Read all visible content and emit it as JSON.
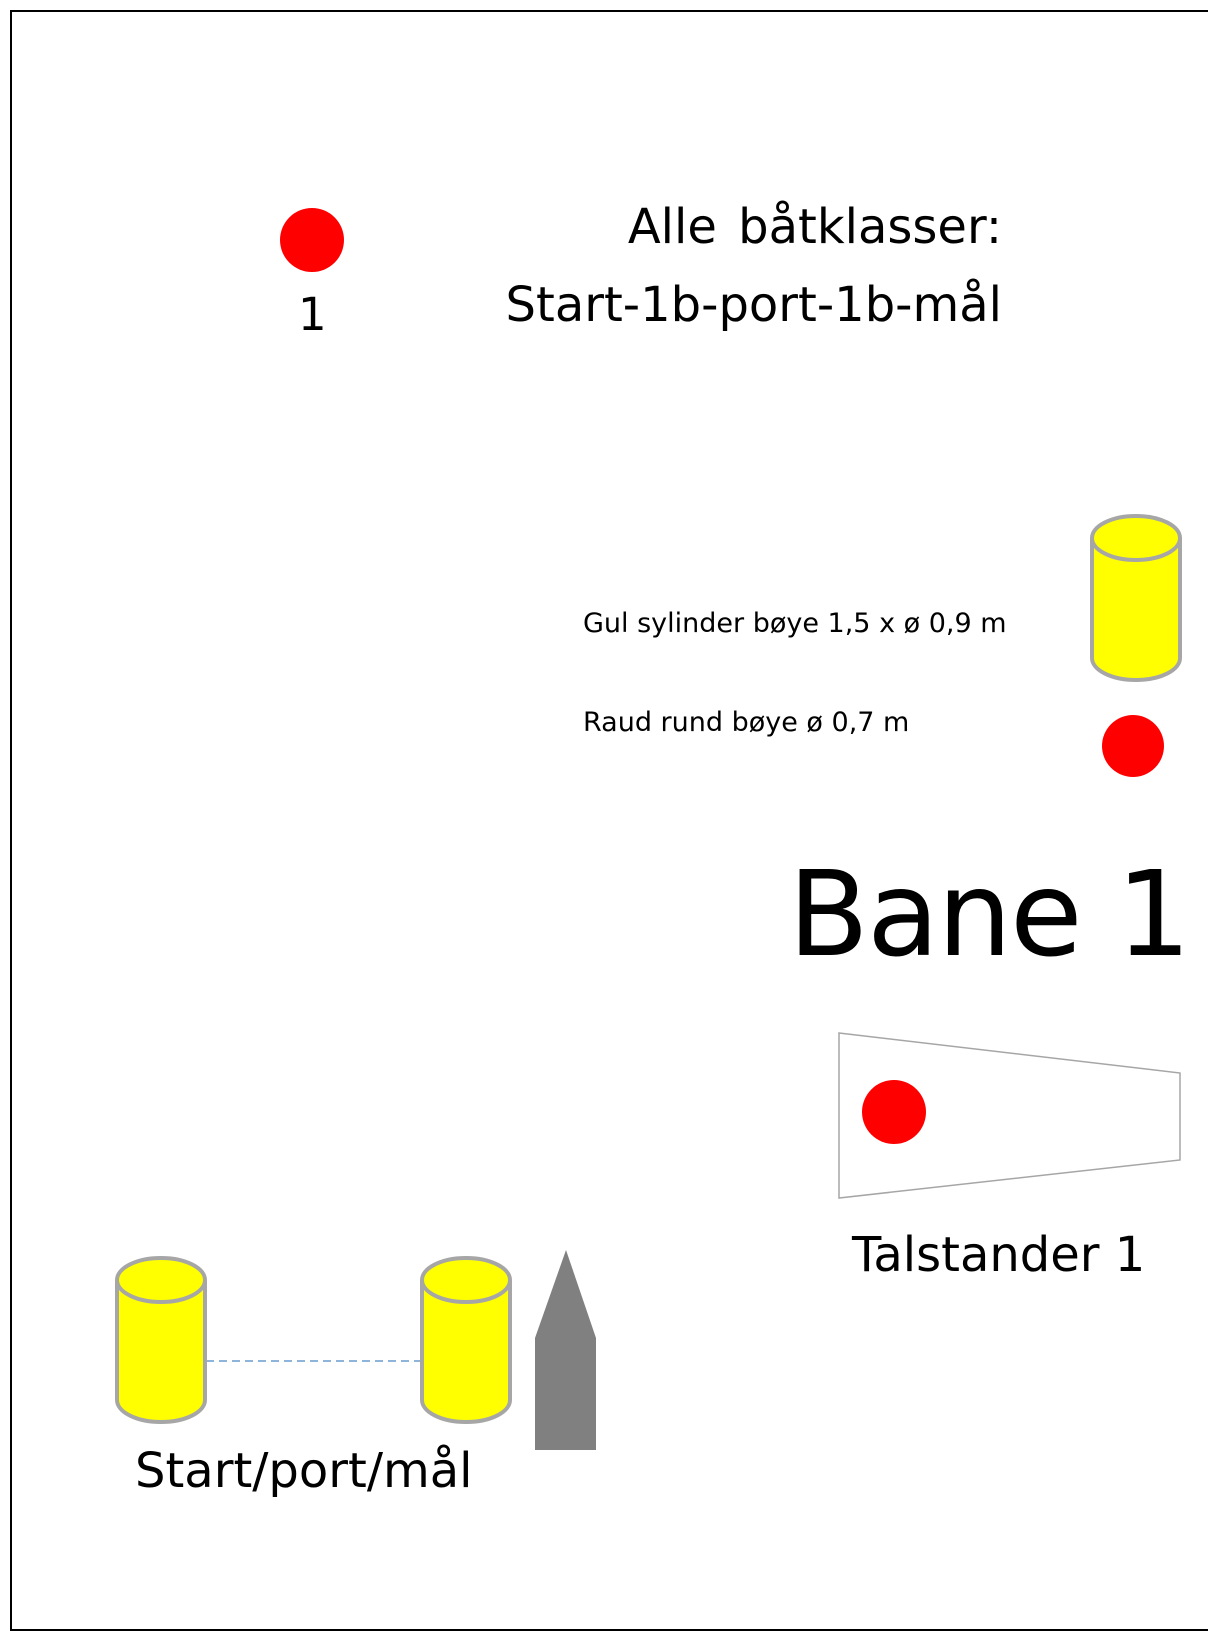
{
  "heading": {
    "line1": "Alle  båtklasser:",
    "line2": "Start-1b-port-1b-mål"
  },
  "mark": {
    "number": "1",
    "color": "#ff0000"
  },
  "legend": {
    "yellow_buoy": "Gul sylinder bøye 1,5 x ø 0,9 m",
    "red_buoy": "Raud rund bøye ø 0,7 m"
  },
  "course": {
    "title": "Bane 1"
  },
  "speaker_stand": {
    "label": "Talstander 1"
  },
  "start_line": {
    "label": "Start/port/mål"
  },
  "colors": {
    "buoy_yellow": "#ffff00",
    "buoy_outline": "#a6a6a6",
    "buoy_red": "#ff0000",
    "boat_gray": "#808080",
    "line_blue": "#8fb4d9"
  },
  "icons": [
    "red-round-buoy-icon",
    "yellow-cylinder-buoy-icon",
    "boat-icon",
    "speaker-stand-icon"
  ]
}
